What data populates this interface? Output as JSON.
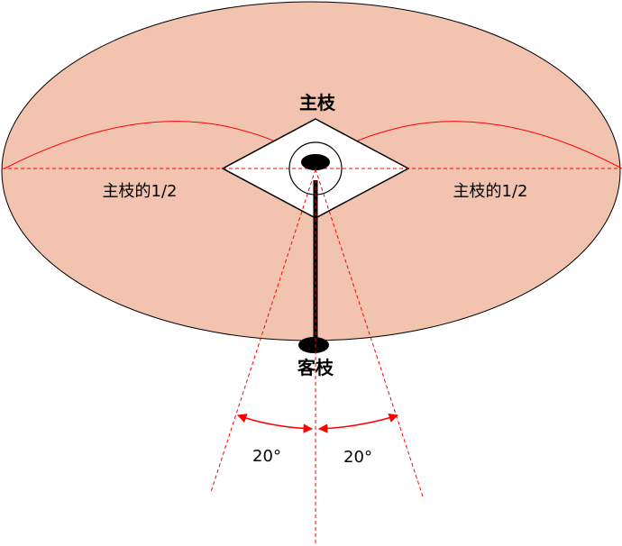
{
  "labels": {
    "main_branch": "主枝",
    "guest_branch": "客枝",
    "half_main_left": "主枝的1/2",
    "half_main_right": "主枝的1/2",
    "angle_left": "20°",
    "angle_right": "20°"
  },
  "colors": {
    "crown_fill": "#f2c3ae",
    "outline": "#000000",
    "guide_red": "#ff0000",
    "diamond_fill": "#ffffff",
    "branch": "#000000"
  }
}
